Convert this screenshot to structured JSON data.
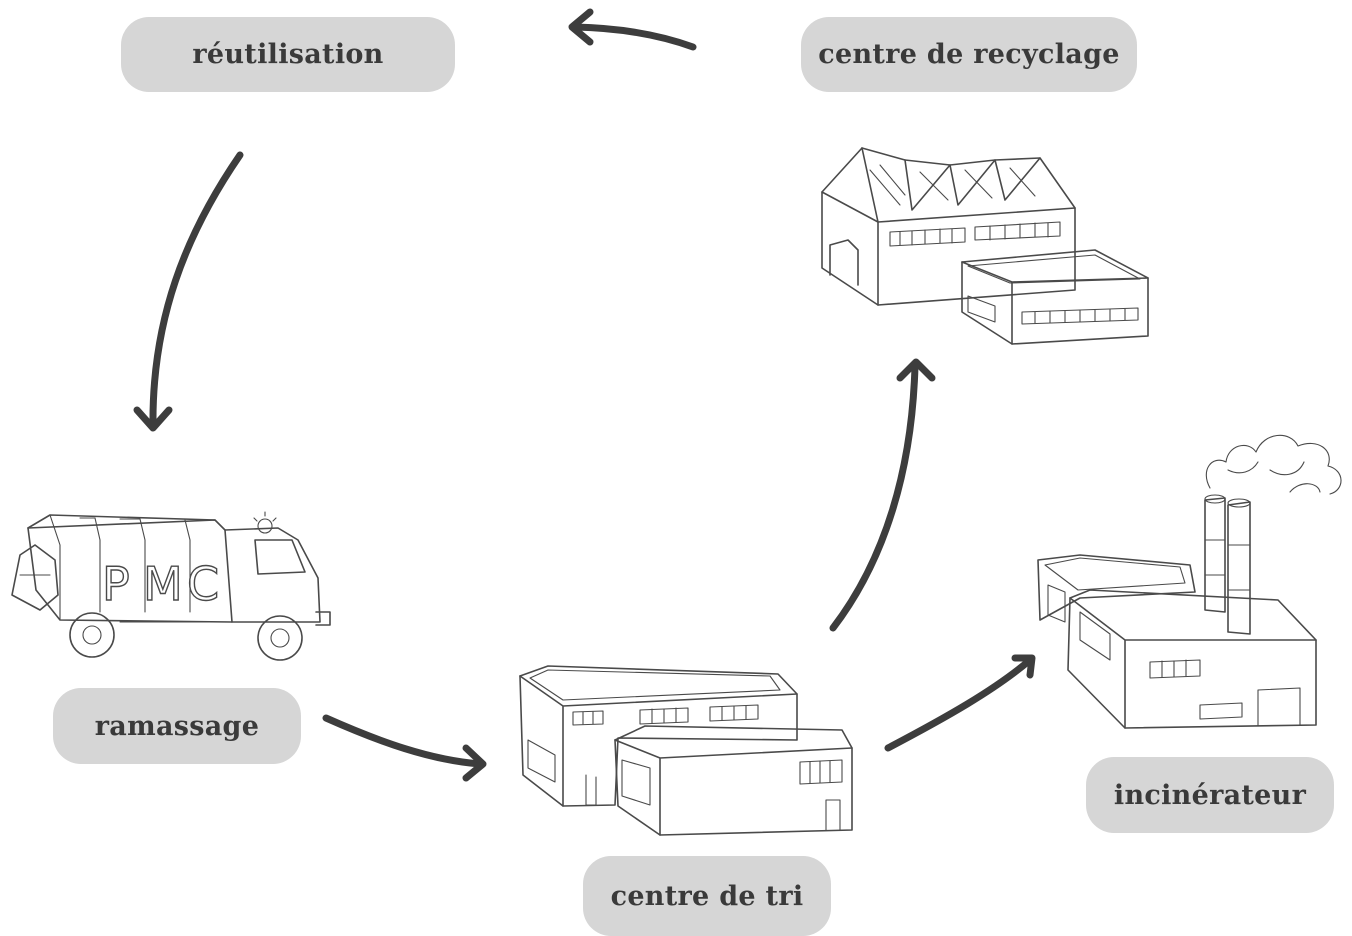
{
  "labels": {
    "reuse": "réutilisation",
    "recycling_centre": "centre de recyclage",
    "collection": "ramassage",
    "sorting_centre": "centre de tri",
    "incinerator": "incinérateur"
  },
  "truck_letters": [
    "P",
    "M",
    "C"
  ],
  "colors": {
    "pill_bg": "#d6d6d6",
    "pill_text": "#3a3a3a",
    "arrow": "#3d3d3d",
    "sketch": "#4a4a4a"
  }
}
